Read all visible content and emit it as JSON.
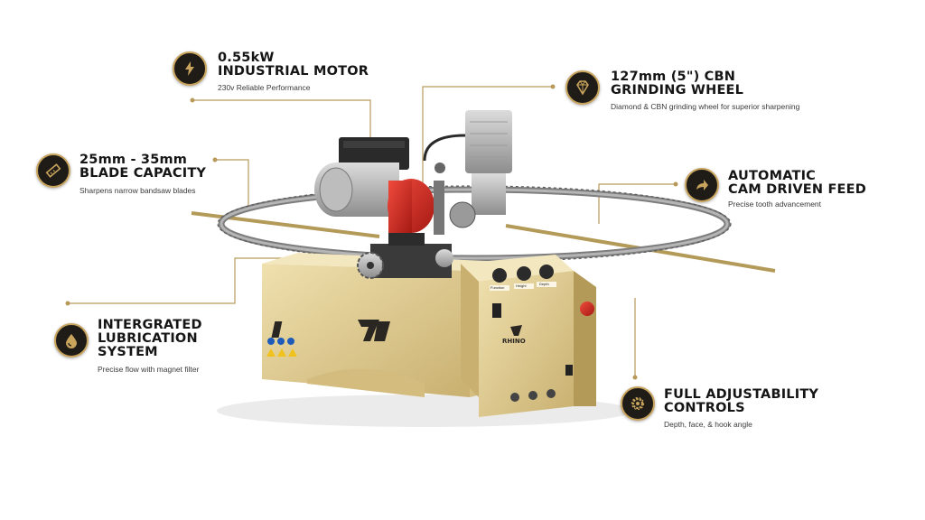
{
  "colors": {
    "badge_bg": "#1f1c18",
    "accent_gold": "#c9a45c",
    "machine_body": "#e3cf95",
    "motor_red": "#d62b25",
    "text": "#151515"
  },
  "callouts": {
    "motor": {
      "icon": "lightning-icon",
      "title_lines": [
        "0.55kW",
        "INDUSTRIAL MOTOR"
      ],
      "subtitle": "230v Reliable Performance"
    },
    "blade": {
      "icon": "ruler-icon",
      "title_lines": [
        "25mm - 35mm",
        "BLADE CAPACITY"
      ],
      "subtitle": "Sharpens narrow bandsaw blades"
    },
    "lube": {
      "icon": "oil-drop-icon",
      "title_lines": [
        "INTERGRATED",
        "LUBRICATION",
        "SYSTEM"
      ],
      "subtitle": "Precise flow with magnet filter"
    },
    "wheel": {
      "icon": "diamond-icon",
      "title_lines": [
        "127mm (5\") CBN",
        "GRINDING WHEEL"
      ],
      "subtitle": "Diamond & CBN grinding wheel for superior sharpening"
    },
    "feed": {
      "icon": "arrow-forward-icon",
      "title_lines": [
        "AUTOMATIC",
        "CAM DRIVEN FEED"
      ],
      "subtitle": "Precise tooth advancement"
    },
    "controls": {
      "icon": "gear-icon",
      "title_lines": [
        "FULL ADJUSTABILITY",
        "CONTROLS"
      ],
      "subtitle": "Depth, face, & hook angle"
    }
  },
  "machine": {
    "brand": "RHINO",
    "knob_labels": [
      "Function",
      "Height",
      "Depth"
    ]
  }
}
